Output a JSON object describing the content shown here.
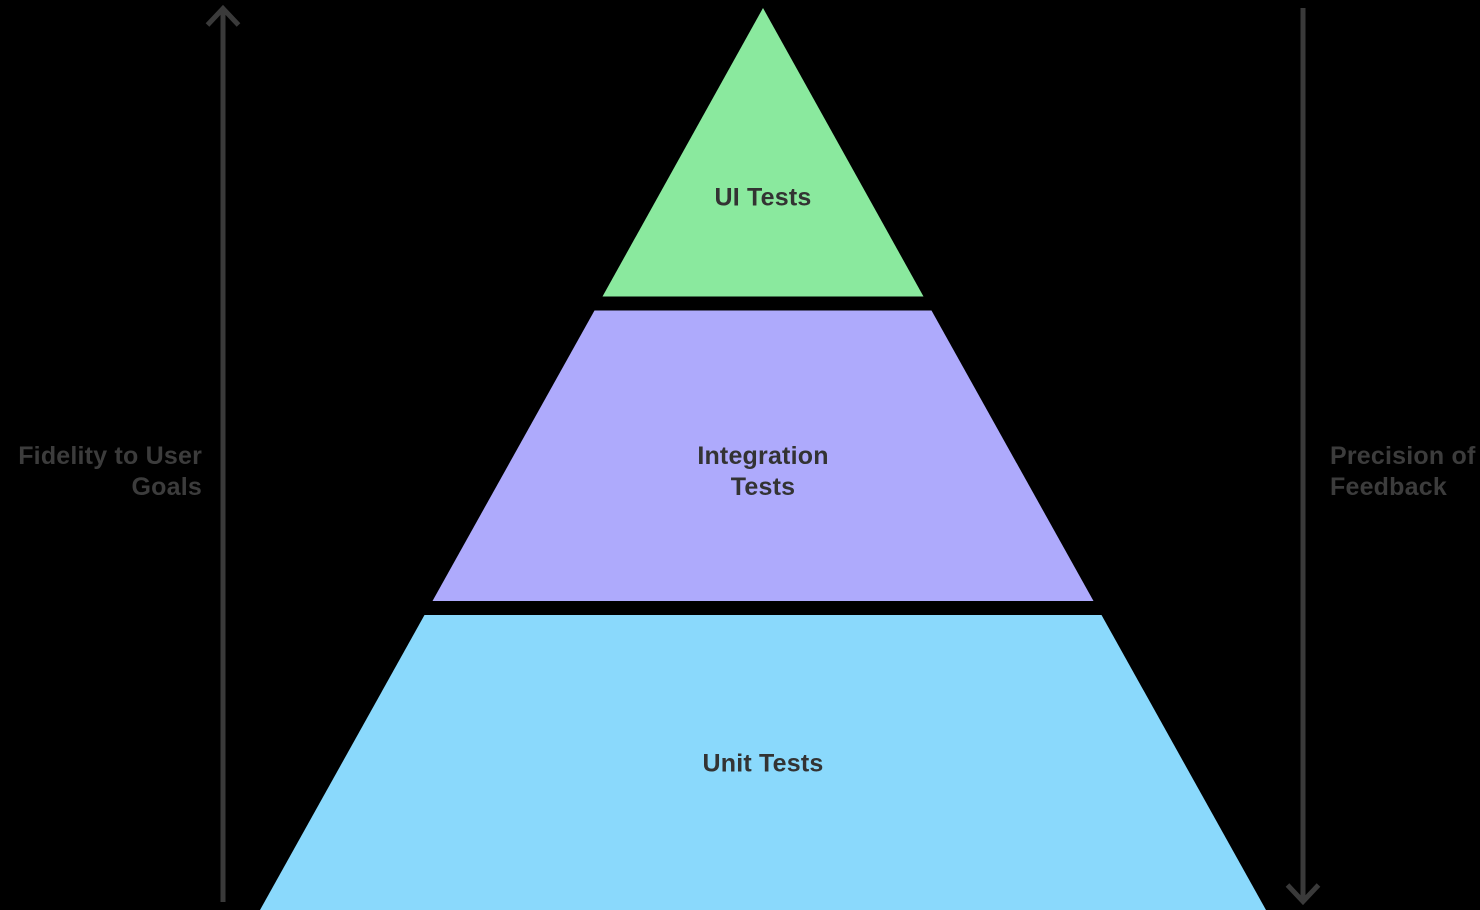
{
  "colors": {
    "background": "#000000",
    "arrow": "#3a3a3a",
    "side_label": "#3c3c3c",
    "tier_label": "#333333"
  },
  "pyramid": {
    "tiers": [
      {
        "id": "ui-tests",
        "label": "UI Tests",
        "color": "#8ae99e",
        "position": "top"
      },
      {
        "id": "integration-tests",
        "label": "Integration\nTests",
        "color": "#aeaafc",
        "position": "middle"
      },
      {
        "id": "unit-tests",
        "label": "Unit Tests",
        "color": "#8ad9fc",
        "position": "bottom"
      }
    ]
  },
  "axes": {
    "left": {
      "label": "Fidelity to User\nGoals",
      "direction": "up"
    },
    "right": {
      "label": "Precision of\nFeedback",
      "direction": "down"
    }
  }
}
